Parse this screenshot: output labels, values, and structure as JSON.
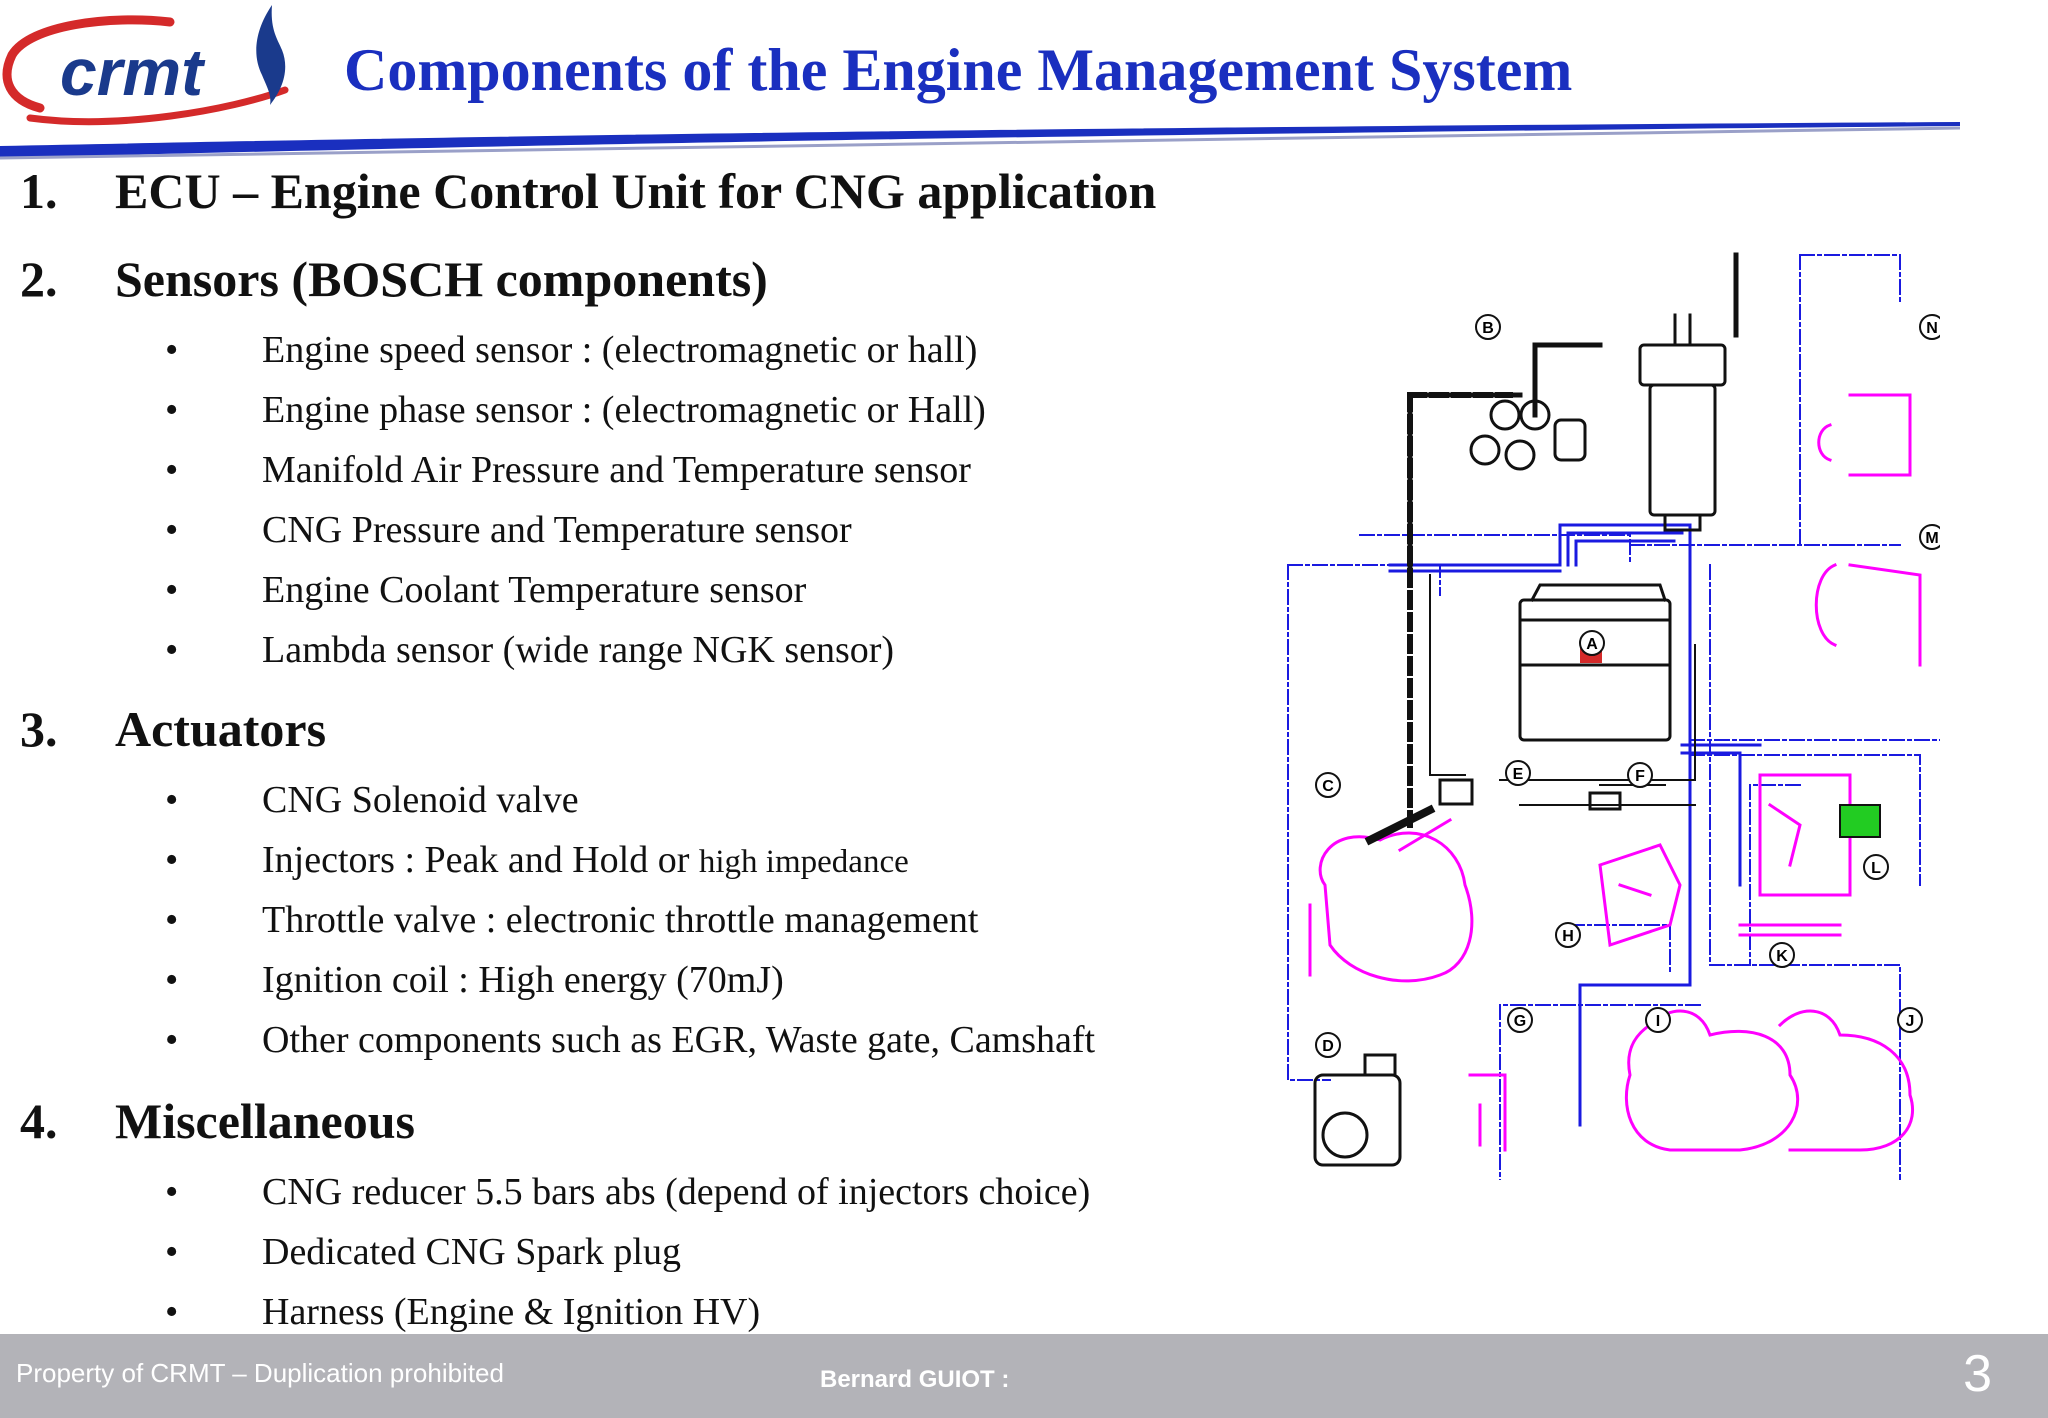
{
  "header": {
    "logo_text": "crmt",
    "title": "Components of the Engine Management System"
  },
  "sections": [
    {
      "num": "1.",
      "title": "ECU – Engine Control Unit for CNG application",
      "items": []
    },
    {
      "num": "2.",
      "title": "Sensors (BOSCH components)",
      "items": [
        "Engine speed sensor : (electromagnetic or hall)",
        "Engine phase sensor : (electromagnetic or Hall)",
        "Manifold Air Pressure and Temperature sensor",
        "CNG Pressure and Temperature sensor",
        "Engine Coolant Temperature sensor",
        "Lambda sensor (wide range NGK sensor)"
      ]
    },
    {
      "num": "3.",
      "title": "Actuators",
      "items": [
        "CNG Solenoid valve",
        "Injectors : Peak and Hold or ",
        "Throttle valve : electronic throttle management",
        "Ignition coil : High energy (70mJ)",
        "Other components such as EGR, Waste gate, Camshaft"
      ]
    },
    {
      "num": "4.",
      "title": "Miscellaneous",
      "items": [
        "CNG reducer  5.5 bars abs (depend of injectors choice)",
        "Dedicated CNG Spark plug",
        "Harness (Engine & Ignition HV)"
      ]
    }
  ],
  "injector_suffix": "high impedance",
  "bullet": "•",
  "diagram": {
    "labels": [
      "A",
      "B",
      "C",
      "D",
      "E",
      "F",
      "G",
      "H",
      "I",
      "J",
      "K",
      "L",
      "M",
      "N"
    ]
  },
  "footer": {
    "left": "Property of CRMT – Duplication prohibited",
    "center": "Bernard GUIOT :",
    "page": "3"
  },
  "colors": {
    "title": "#1a2fbf",
    "logo_red": "#d42a2a",
    "logo_blue": "#1a3a8c",
    "diagram_blue": "#1a1ae0",
    "diagram_magenta": "#ff00ff",
    "footer_bg": "#b3b3b8"
  }
}
